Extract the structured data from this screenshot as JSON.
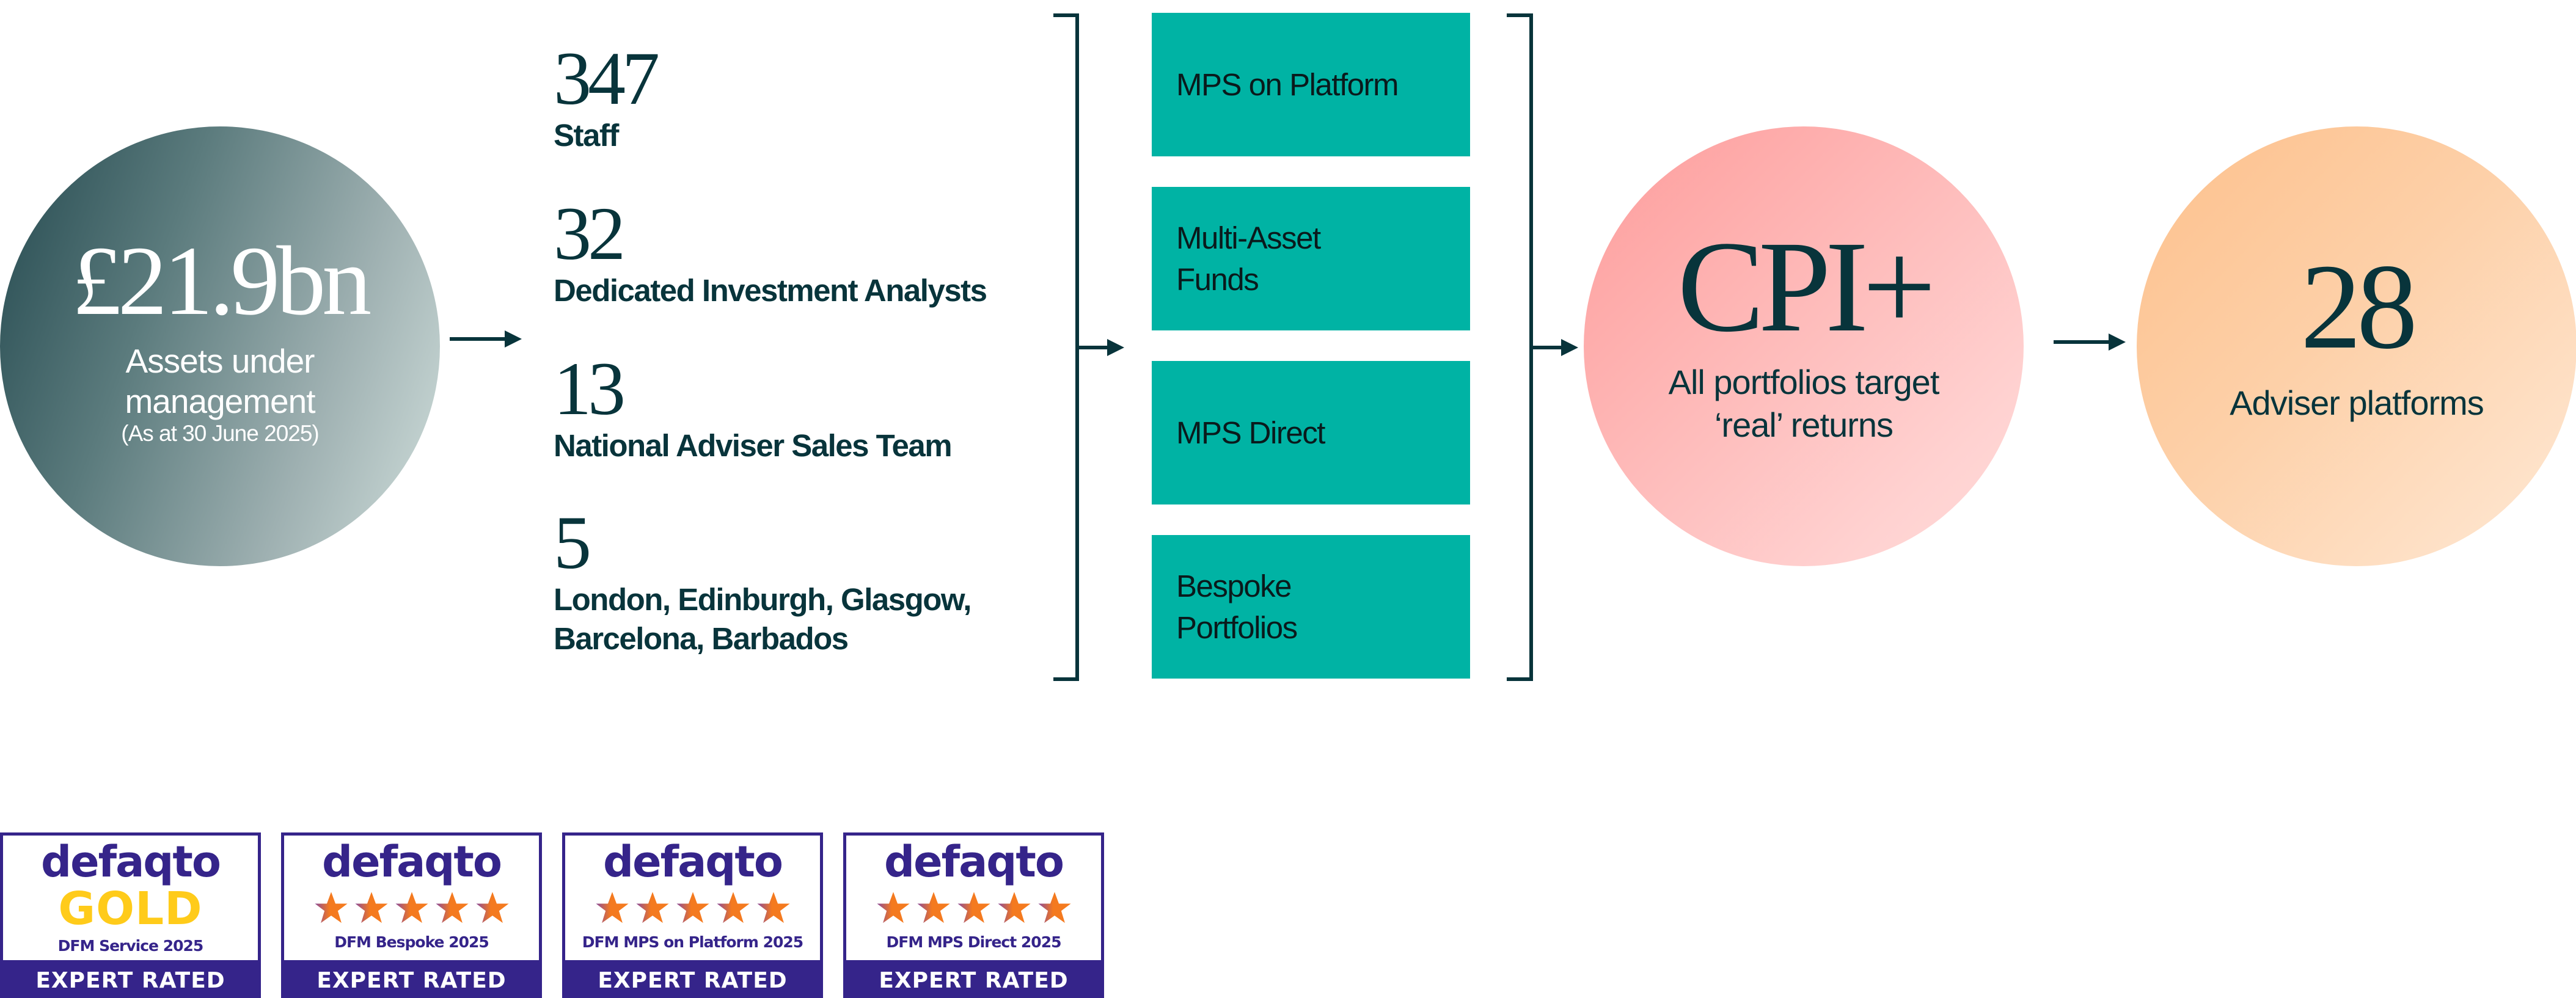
{
  "colors": {
    "dark_teal": "#08343b",
    "product_box": "#00b3a4",
    "badge_purple": "#35248a",
    "badge_gold": "#ffcb1a",
    "star_orange": "#f47a1f"
  },
  "aum": {
    "value": "£21.9bn",
    "label": "Assets under management",
    "date_note": "(As at 30 June 2025)"
  },
  "stats": [
    {
      "value": "347",
      "label": "Staff"
    },
    {
      "value": "32",
      "label": "Dedicated Investment Analysts"
    },
    {
      "value": "13",
      "label": "National Adviser Sales Team"
    },
    {
      "value": "5",
      "label": "London, Edinburgh, Glasgow, Barcelona, Barbados"
    }
  ],
  "products": [
    {
      "label": "MPS on Platform"
    },
    {
      "label": "Multi-Asset\nFunds"
    },
    {
      "label": "MPS Direct"
    },
    {
      "label": "Bespoke\nPortfolios"
    }
  ],
  "cpi": {
    "value": "CPI+",
    "label": "All portfolios target ‘real’ returns"
  },
  "platforms": {
    "value": "28",
    "label": "Adviser platforms"
  },
  "badges": [
    {
      "brand": "defaqto",
      "rating": "GOLD",
      "stars": 0,
      "category": "DFM Service 2025",
      "footer": "EXPERT RATED"
    },
    {
      "brand": "defaqto",
      "rating": "5 stars",
      "stars": 5,
      "category": "DFM Bespoke 2025",
      "footer": "EXPERT RATED"
    },
    {
      "brand": "defaqto",
      "rating": "5 stars",
      "stars": 5,
      "category": "DFM MPS on Platform 2025",
      "footer": "EXPERT RATED"
    },
    {
      "brand": "defaqto",
      "rating": "5 stars",
      "stars": 5,
      "category": "DFM MPS Direct 2025",
      "footer": "EXPERT RATED"
    }
  ]
}
